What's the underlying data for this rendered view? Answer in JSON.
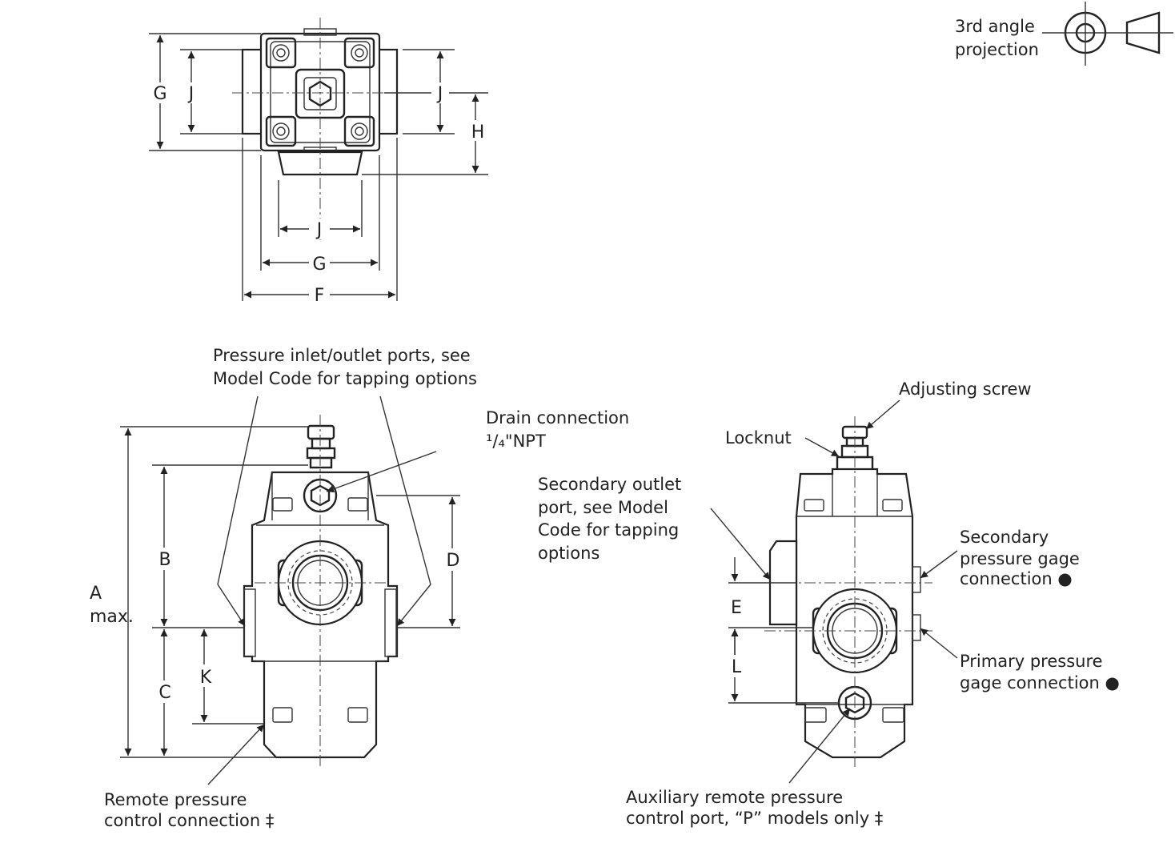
{
  "projection": {
    "line1": "3rd angle",
    "line2": "projection"
  },
  "top_view": {
    "dims": {
      "G_left": "G",
      "J_left": "J",
      "J_right": "J",
      "H": "H",
      "J_bottom": "J",
      "G_bottom": "G",
      "F": "F"
    }
  },
  "front_view": {
    "label_ports": [
      "Pressure inlet/outlet ports, see",
      "Model Code for tapping options"
    ],
    "label_drain_1": "Drain connection",
    "label_drain_2": "¹/₄\"NPT",
    "label_remote": [
      "Remote pressure",
      "control  connection ‡"
    ],
    "dims": {
      "A": "A",
      "A_max": "max.",
      "B": "B",
      "C": "C",
      "D": "D",
      "K": "K"
    }
  },
  "side_view": {
    "label_adjusting": "Adjusting screw",
    "label_locknut": "Locknut",
    "label_secondary_outlet": [
      "Secondary  outlet",
      "port, see  Model",
      "Code  for tapping",
      "options"
    ],
    "label_secondary_gage": [
      "Secondary",
      "pressure gage",
      "connection ●"
    ],
    "label_primary_gage": [
      "Primary pressure",
      "gage connection ●"
    ],
    "label_auxiliary": [
      "Auxiliary remote pressure",
      "control port, “P” models only ‡"
    ],
    "dims": {
      "E": "E",
      "L": "L"
    }
  }
}
